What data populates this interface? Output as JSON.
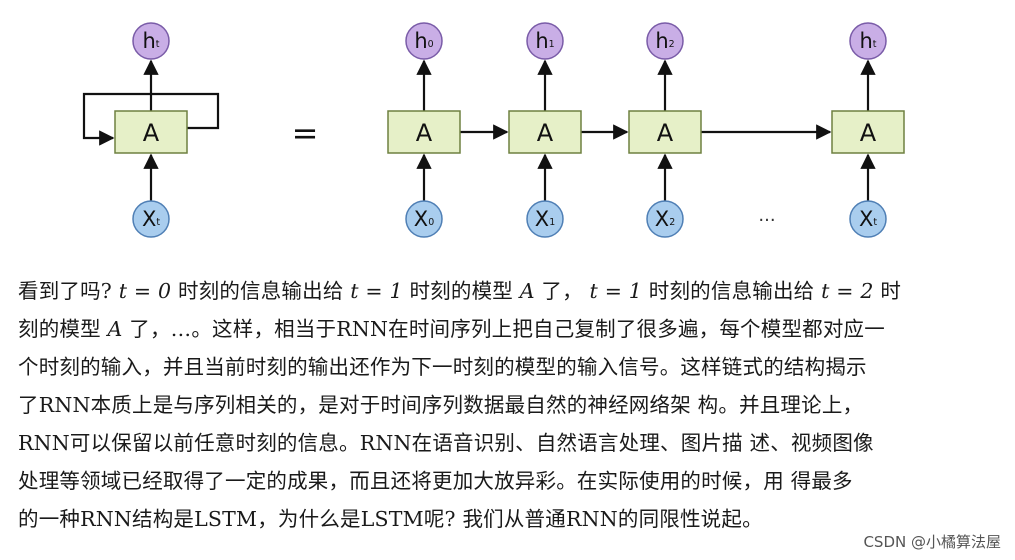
{
  "diagram": {
    "folded": {
      "cell": "A",
      "output": "h",
      "output_sub": "t",
      "input": "X",
      "input_sub": "t"
    },
    "equals": "=",
    "unrolled": [
      {
        "cell": "A",
        "output": "h",
        "output_sub": "0",
        "input": "X",
        "input_sub": "0"
      },
      {
        "cell": "A",
        "output": "h",
        "output_sub": "1",
        "input": "X",
        "input_sub": "1"
      },
      {
        "cell": "A",
        "output": "h",
        "output_sub": "2",
        "input": "X",
        "input_sub": "2"
      },
      {
        "cell": "A",
        "output": "h",
        "output_sub": "t",
        "input": "X",
        "input_sub": "t"
      }
    ],
    "ellipsis": "...",
    "colors": {
      "cell_fill": "#e6f0c8",
      "cell_stroke": "#6e8040",
      "output_fill": "#c9aee6",
      "output_stroke": "#7a5ca8",
      "input_fill": "#a9cdee",
      "input_stroke": "#4f7fb5",
      "arrow": "#111111"
    }
  },
  "article": {
    "lines": [
      [
        "看到了吗?",
        {
          "m": "t = 0"
        },
        "时刻的信息输出给",
        {
          "m": "t = 1"
        },
        "时刻的模型",
        {
          "m": "A"
        },
        "了，",
        {
          "m": "t = 1"
        },
        "时刻的信息输出给",
        {
          "m": "t = 2"
        },
        "时"
      ],
      [
        "刻的模型",
        {
          "m": "A"
        },
        "了，…。这样，相当于RNN在时间序列上把自己复制了很多遍，每个模型都对应一"
      ],
      [
        "个时刻的输入，并且当前时刻的输出还作为下一时刻的模型的输入信号。这样链式的结构揭示"
      ],
      [
        "了RNN本质上是与序列相关的，是对于时间序列数据最自然的神经网络架 构。并且理论上，"
      ],
      [
        "RNN可以保留以前任意时刻的信息。RNN在语音识别、自然语言处理、图片描 述、视频图像"
      ],
      [
        "处理等领域已经取得了一定的成果，而且还将更加大放异彩。在实际使用的时候，用 得最多"
      ],
      [
        "的一种RNN结构是LSTM，为什么是LSTM呢? 我们从普通RNN的同限性说起。"
      ]
    ]
  },
  "watermark": "CSDN @小橘算法屋"
}
